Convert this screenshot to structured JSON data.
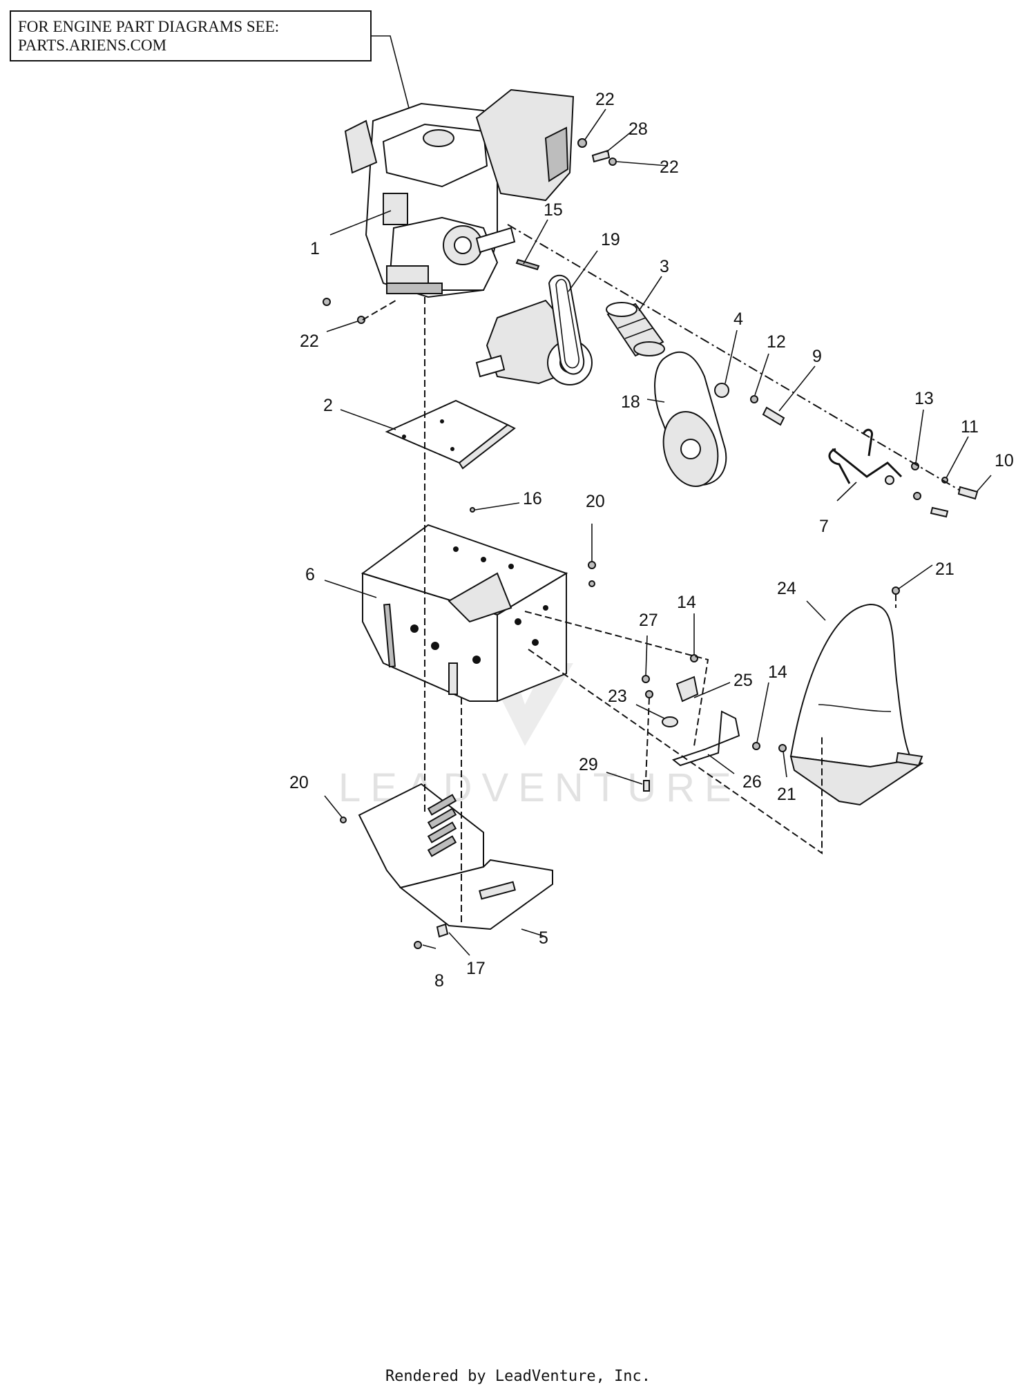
{
  "note": {
    "line1": "FOR ENGINE PART DIAGRAMS SEE:",
    "line2": "PARTS.ARIENS.COM"
  },
  "watermark": "LEADVENTURE",
  "footer": "Rendered by LeadVenture, Inc.",
  "callouts": {
    "c1": "1",
    "c2": "2",
    "c3": "3",
    "c4": "4",
    "c5": "5",
    "c6": "6",
    "c7": "7",
    "c8": "8",
    "c9": "9",
    "c10": "10",
    "c11": "11",
    "c12": "12",
    "c13": "13",
    "c14a": "14",
    "c14b": "14",
    "c15": "15",
    "c16": "16",
    "c17": "17",
    "c18": "18",
    "c19": "19",
    "c20a": "20",
    "c20b": "20",
    "c21a": "21",
    "c21b": "21",
    "c22a": "22",
    "c22b": "22",
    "c22c": "22",
    "c23": "23",
    "c24": "24",
    "c25": "25",
    "c26": "26",
    "c27": "27",
    "c28": "28",
    "c29": "29"
  }
}
